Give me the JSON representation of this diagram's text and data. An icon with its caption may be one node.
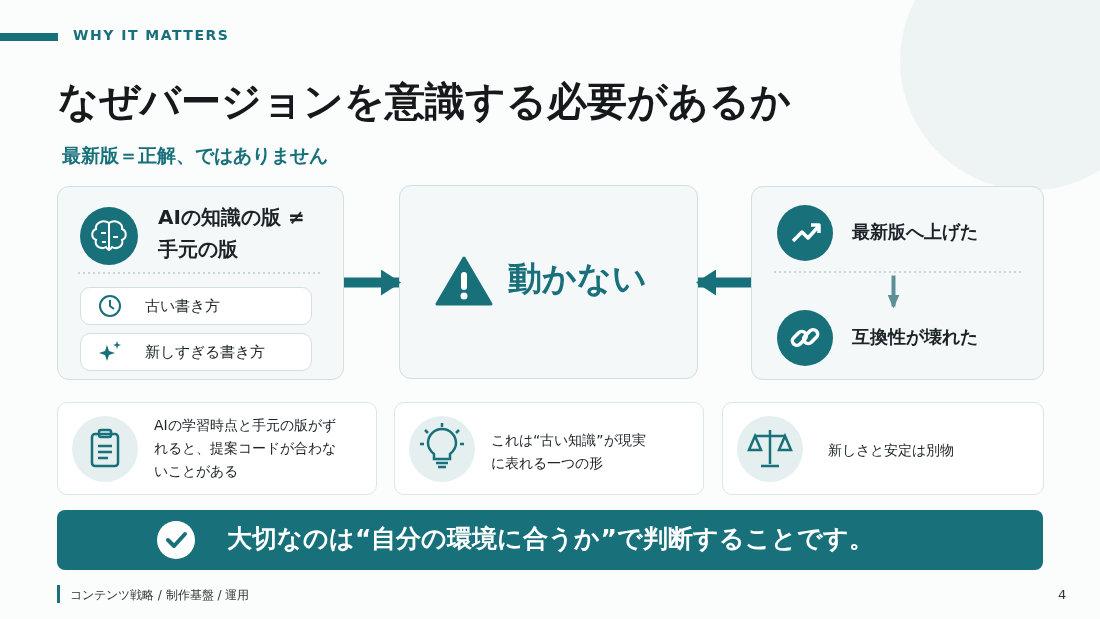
{
  "diagram": {
    "title": "なぜバージョンを意識する必要があるか",
    "nodes": [
      {
        "text": [
          "AIの知識の版 ≠ 手元の版"
        ]
      },
      {
        "text": [
          "古い書き方"
        ],
        "in": 0
      },
      {
        "text": [
          "新しすぎる書き方"
        ],
        "in": 0
      },
      {
        "text": [
          "動かない"
        ]
      },
      {
        "text": [],
        "shape": "box"
      },
      {
        "text": [
          "最新版へ上げた"
        ],
        "in": 4
      },
      {
        "text": [
          "互換性が壊れた"
        ],
        "in": 4
      },
      {
        "text": [
          "AIの学習時点と手元の版がずれると、提案コードが合わないことがある"
        ]
      },
      {
        "text": [
          "これは“古い知識”が現実に表れる一つの形"
        ]
      },
      {
        "text": [
          "新しさと安定は別物"
        ]
      },
      {
        "text": [
          "大切なのは“自分の環境に合うか”で判断することです。"
        ]
      }
    ],
    "edges": [
      {
        "from": 0,
        "to": 3,
        "arrow": "to"
      },
      {
        "from": 4,
        "to": 3,
        "arrow": "to"
      },
      {
        "from": 5,
        "to": 6,
        "arrow": "to"
      }
    ],
    "labels": [
      "WHY IT MATTERS",
      "最新版＝正解、ではありません",
      "コンテンツ戦略 / 制作基盤 / 運用",
      "4"
    ]
  }
}
